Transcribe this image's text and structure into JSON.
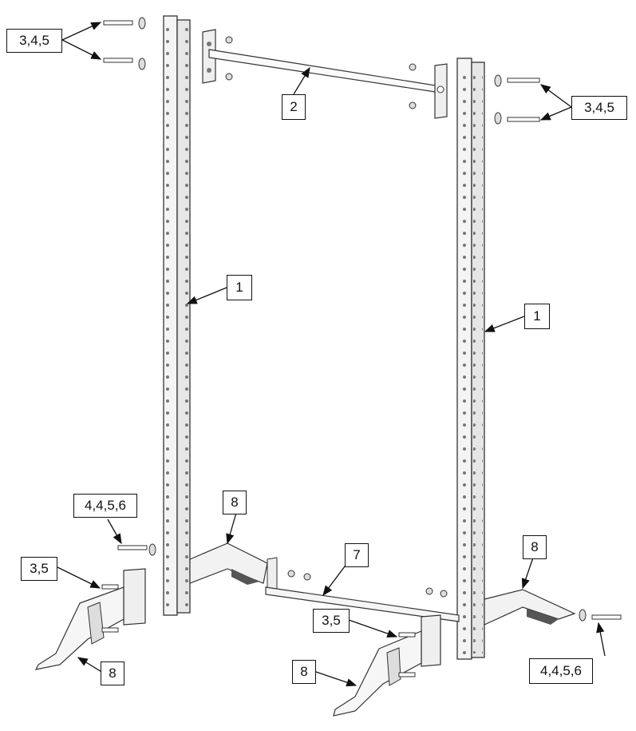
{
  "callouts": {
    "top_left_fasteners": "3,4,5",
    "pullup_bar": "2",
    "top_right_fasteners": "3,4,5",
    "left_upright": "1",
    "right_upright": "1",
    "left_fasteners_lower": "4,4,5,6",
    "left_base_bracket": "8",
    "left_foot_fasteners": "3,5",
    "cross_member": "7",
    "right_base_bracket": "8",
    "center_foot_fasteners": "3,5",
    "front_left_foot": "8",
    "center_front_foot": "8",
    "right_fasteners_lower": "4,4,5,6"
  }
}
